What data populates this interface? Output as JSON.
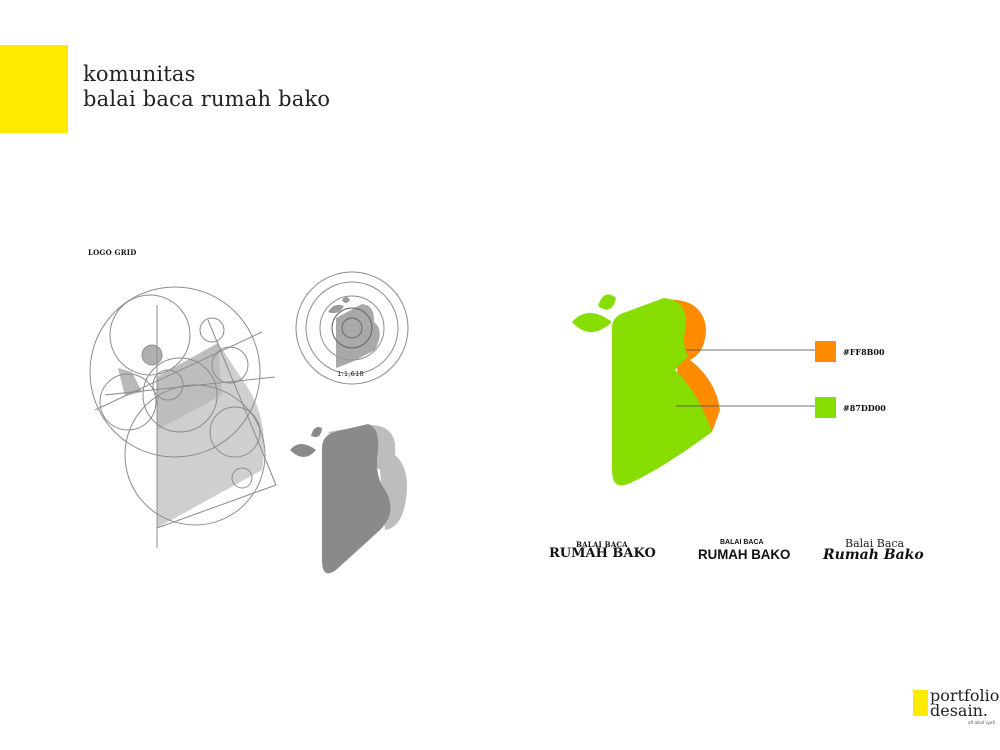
{
  "header": {
    "title_line1": "komunitas",
    "title_line2": "balai baca rumah bako"
  },
  "grid_section": {
    "label": "LOGO GRID",
    "ratio": "1:1,618"
  },
  "palette": [
    {
      "hex": "#FF8B00",
      "color": "#FF8B00"
    },
    {
      "hex": "#87DD00",
      "color": "#87DD00"
    }
  ],
  "wordmarks": [
    {
      "top": "BALAI BACA",
      "bottom": "RUMAH BAKO",
      "style": "serif"
    },
    {
      "top": "BALAI BACA",
      "bottom": "RUMAH BAKO",
      "style": "sans"
    },
    {
      "top": "Balai Baca",
      "bottom": "Rumah Bako",
      "style": "script"
    }
  ],
  "footer": {
    "brand_line1": "portfolio",
    "brand_line2": "desain.",
    "brand_small": "aft alkaf syafi"
  },
  "colors": {
    "accent_yellow": "#FFEB00",
    "logo_green": "#87DD00",
    "logo_orange": "#FF8B00",
    "grey_dark": "#8A8A8A",
    "grey_light": "#B4B4B4"
  }
}
